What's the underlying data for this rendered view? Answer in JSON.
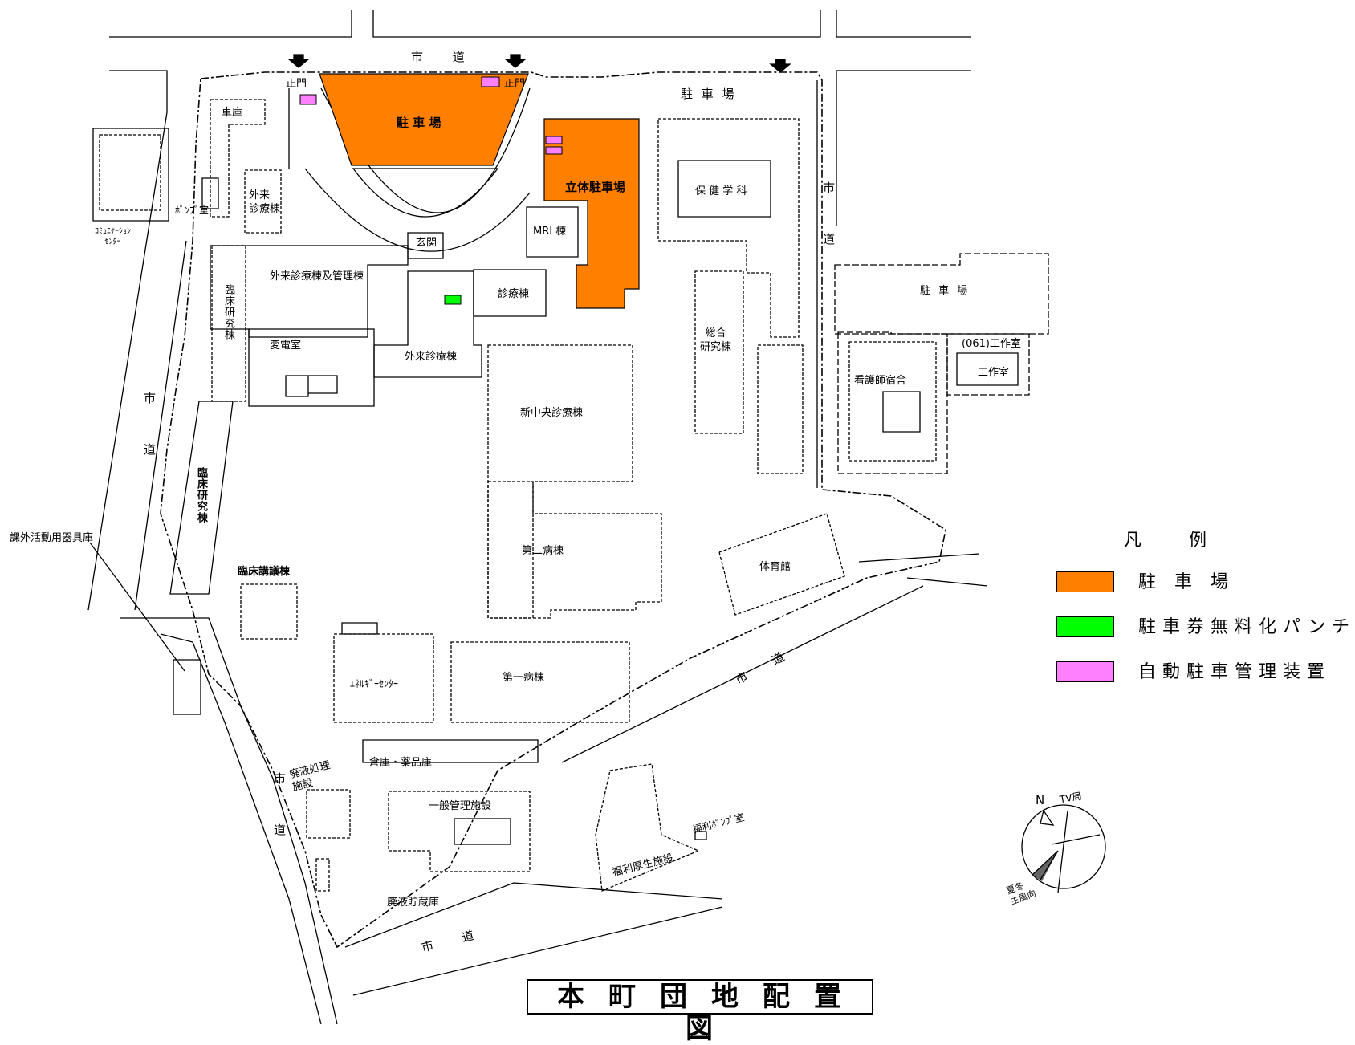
{
  "title": "本町団地配置図",
  "legend": {
    "heading": "凡 例",
    "items": [
      {
        "label": "駐 車 場",
        "color": "#ff8000"
      },
      {
        "label": "駐車券無料化パンチ",
        "color": "#00ff00"
      },
      {
        "label": "自動駐車管理装置",
        "color": "#ff80ff"
      }
    ]
  },
  "roads": {
    "top": "市 道",
    "east": "市 道",
    "west": "市 道",
    "southeast": "市 道",
    "south": "市 道",
    "southwest": "市 道"
  },
  "labels": {
    "gate_west": "正門",
    "gate_east": "正門",
    "parking_main": "駐 車 場",
    "parking_structure": "立体駐車場",
    "parking_northeast": "駐 車 場",
    "parking_east": "駐 車 場",
    "garage": "車庫",
    "pump_room": "ﾎﾟﾝﾌﾟ室",
    "communication_center": "ｺﾐｭﾆｹｰｼｮﾝ\nｾﾝﾀｰ",
    "outpatient_clinic": "外来\n診療棟",
    "entrance": "玄関",
    "mri": "MRI 棟",
    "health_science": "保 健 学 科",
    "admin_outpatient": "外来診療棟及管理棟",
    "clinical_research_north": "臨床研究棟",
    "clinic": "診療棟",
    "substation": "変電室",
    "outpatient_south": "外来診療棟",
    "general_research": "総合\n研究棟",
    "new_central": "新中央診療棟",
    "clinical_research_west": "臨床研究棟",
    "second_ward": "第二病棟",
    "gym": "体育館",
    "lecture": "臨床講議棟",
    "energy_center": "ｴﾈﾙｷﾞｰｾﾝﾀｰ",
    "first_ward": "第一病棟",
    "equipment_store": "課外活動用器具庫",
    "nurses_dorm": "看護師宿舎",
    "workshop_061": "(061)工作室",
    "workshop": "工作室",
    "warehouse": "倉庫・薬品庫",
    "waste_treatment": "廃液処理\n施設",
    "general_admin": "一般管理施設",
    "welfare_pump": "福利ﾎﾟﾝﾌﾟ室",
    "welfare": "福利厚生施設",
    "waste_storage": "廃液貯蔵庫"
  },
  "compass": {
    "north": "N",
    "tv": "TV局",
    "wind": "夏冬\n主風向"
  }
}
